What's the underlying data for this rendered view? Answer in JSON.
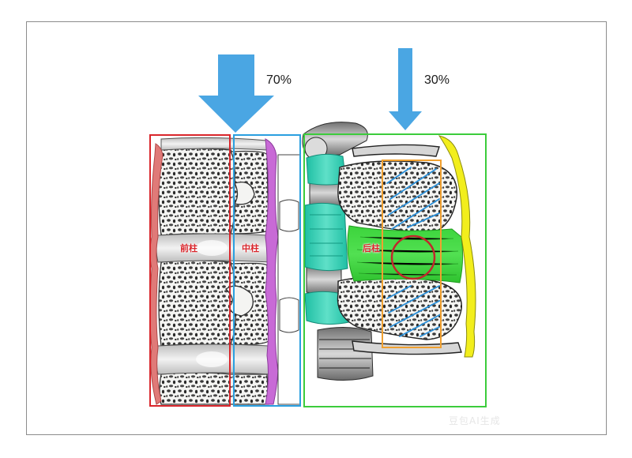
{
  "load_arrows": [
    {
      "label": "70%"
    },
    {
      "label": "30%"
    }
  ],
  "columns": {
    "anterior": {
      "label": "前柱",
      "color": "#d9262c"
    },
    "middle": {
      "label": "中柱",
      "color": "#2a9fe0"
    },
    "posterior": {
      "label": "后柱",
      "color": "#3ccc3c"
    }
  },
  "colors": {
    "arrow": "#4aa6e3",
    "anterior_ligament": "#e07a78",
    "posterior_ligament": "#c86ad6",
    "ligamentum_flavum": "#2ccfb4",
    "interspinous": "#3cd43c",
    "supraspinous": "#f2ee1c",
    "spinous_box": "#f0a030",
    "circle": "#c0282c",
    "hatch": "#2a8fd8"
  },
  "watermark": "豆包AI生成"
}
